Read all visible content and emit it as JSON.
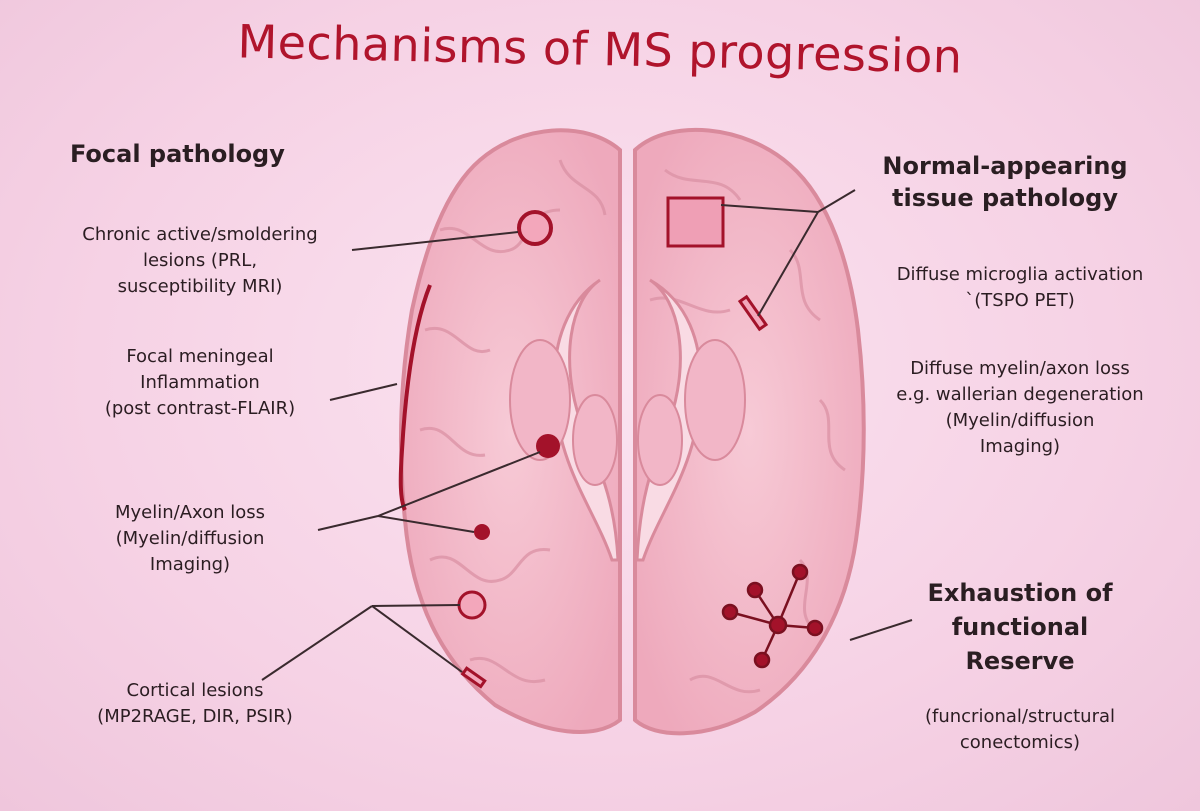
{
  "title": "Mechanisms of MS progression",
  "headings": {
    "focal": "Focal pathology",
    "normal_appearing": [
      "Normal-appearing",
      "tissue pathology"
    ],
    "exhaustion": [
      "Exhaustion of",
      "functional",
      "Reserve"
    ]
  },
  "labels": {
    "chronic_active": [
      "Chronic active/smoldering",
      "lesions (PRL,",
      "susceptibility MRI)"
    ],
    "meningeal": [
      "Focal meningeal",
      "Inflammation",
      "(post contrast-FLAIR)"
    ],
    "myelin_axon": [
      "Myelin/Axon loss",
      "(Myelin/diffusion",
      "Imaging)"
    ],
    "cortical": [
      "Cortical lesions",
      "(MP2RAGE, DIR, PSIR)"
    ],
    "microglia": [
      "Diffuse microglia activation",
      "`(TSPO PET)"
    ],
    "diffuse_myelin": [
      "Diffuse myelin/axon loss",
      "e.g. wallerian degeneration",
      "(Myelin/diffusion",
      "Imaging)"
    ],
    "connectomics": [
      "(funcrional/structural",
      "conectomics)"
    ]
  },
  "colors": {
    "title": "#b0142c",
    "brain_fill": "#f4bccb",
    "brain_outline": "#d98a9c",
    "lesion_dark": "#a3122a",
    "lesion_light": "#f3a7bb",
    "line": "#3a2a2e"
  }
}
